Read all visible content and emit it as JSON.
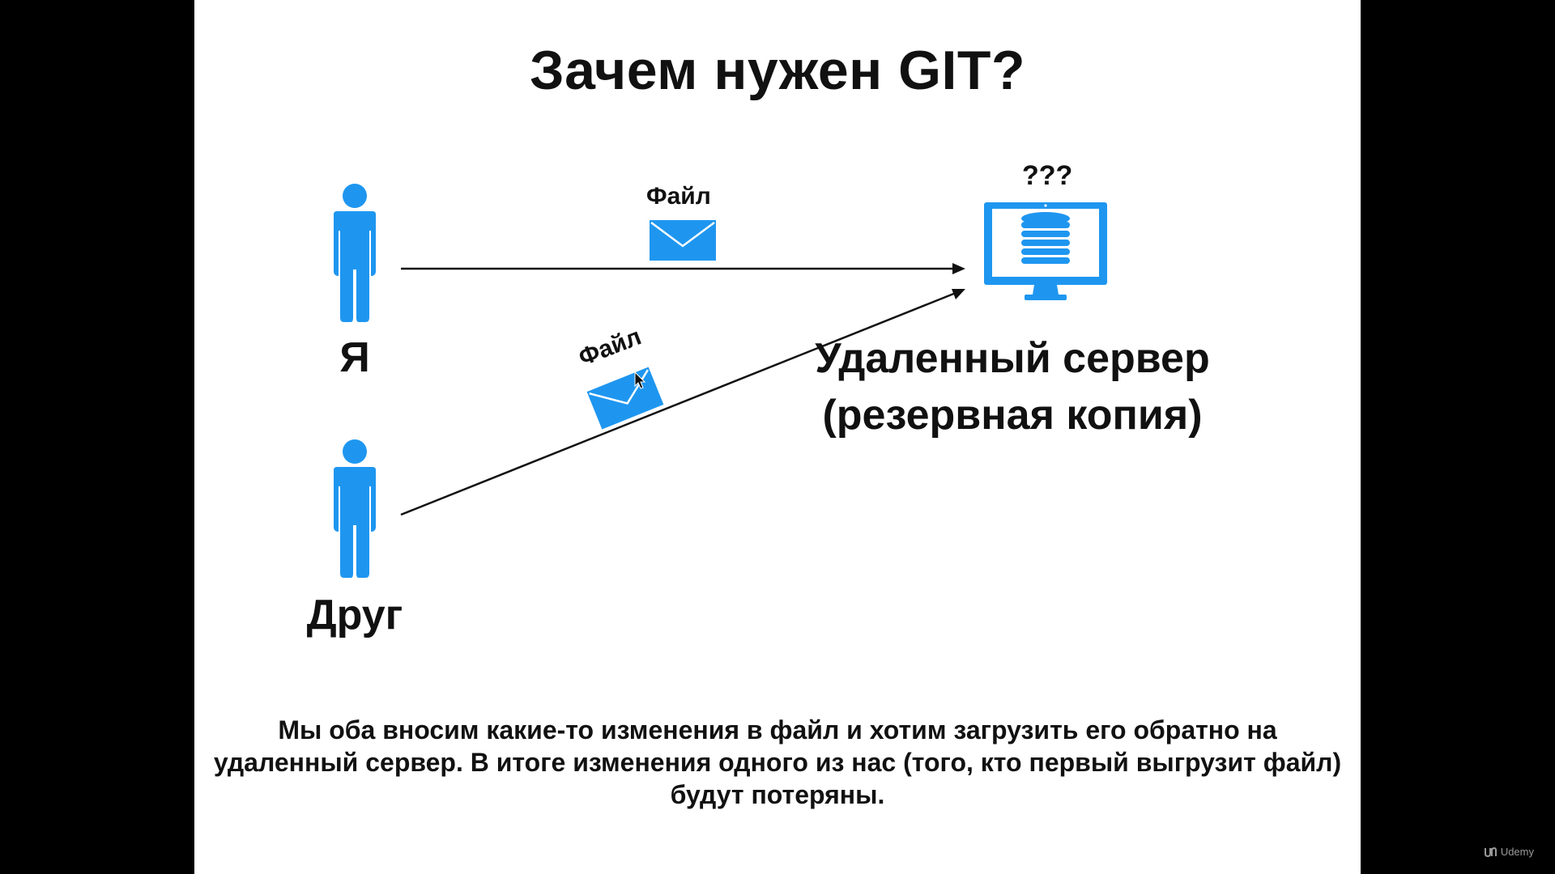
{
  "slide": {
    "title": "Зачем нужен GIT?",
    "person_me_label": "Я",
    "person_friend_label": "Друг",
    "file_label_top": "Файл",
    "file_label_diag": "Файл",
    "server_unknown": "???",
    "server_label_line1": "Удаленный сервер",
    "server_label_line2": "(резервная копия)",
    "caption": "Мы оба вносим какие-то изменения в файл и хотим загрузить его обратно на удаленный сервер. В итоге изменения одного из нас (того, кто первый выгрузит файл) будут потеряны."
  },
  "watermark": {
    "text": "Udemy"
  },
  "colors": {
    "accent_blue": "#1e96f0",
    "text": "#111111",
    "background": "#ffffff",
    "frame": "#000000"
  },
  "icons": [
    "person-icon",
    "envelope-icon",
    "monitor-icon",
    "database-icon",
    "arrow-icon",
    "cursor-icon"
  ]
}
